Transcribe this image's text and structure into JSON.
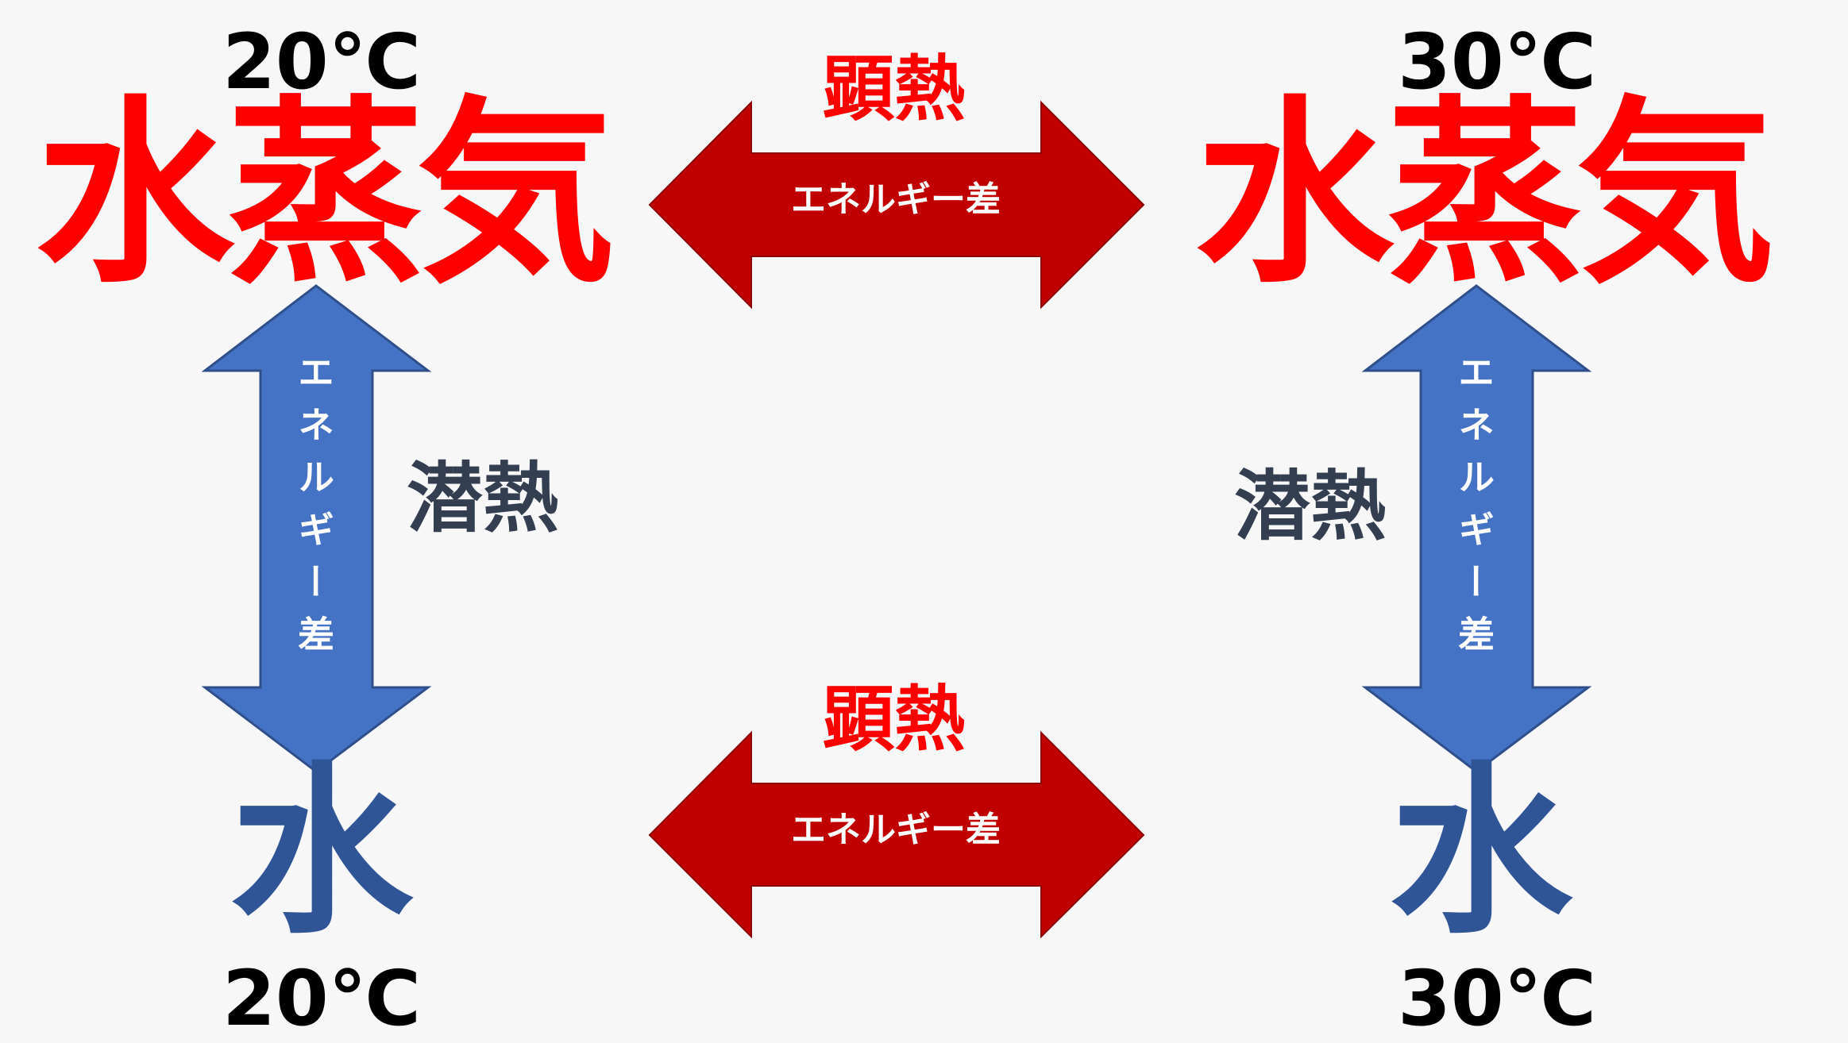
{
  "left": {
    "vapor_temp": "20℃",
    "vapor_label": "水蒸気",
    "water_label": "水",
    "water_temp": "20℃",
    "latent_label": "潜熱",
    "energy_label": "エネルギー差"
  },
  "right": {
    "vapor_temp": "30℃",
    "vapor_label": "水蒸気",
    "water_label": "水",
    "water_temp": "30℃",
    "latent_label": "潜熱",
    "energy_label": "エネルギー差"
  },
  "top_arrow": {
    "label": "顕熱",
    "energy_label": "エネルギー差"
  },
  "bottom_arrow": {
    "label": "顕熱",
    "energy_label": "エネルギー差"
  },
  "colors": {
    "vapor": "#ff0000",
    "water": "#2f5597",
    "latent": "#333f50",
    "sensible_arrow_fill": "#c00000",
    "sensible_arrow_stroke": "#8b0000",
    "latent_arrow_fill": "#4472c4",
    "latent_arrow_stroke": "#2f4f8a",
    "background": "#f7f7f7"
  }
}
